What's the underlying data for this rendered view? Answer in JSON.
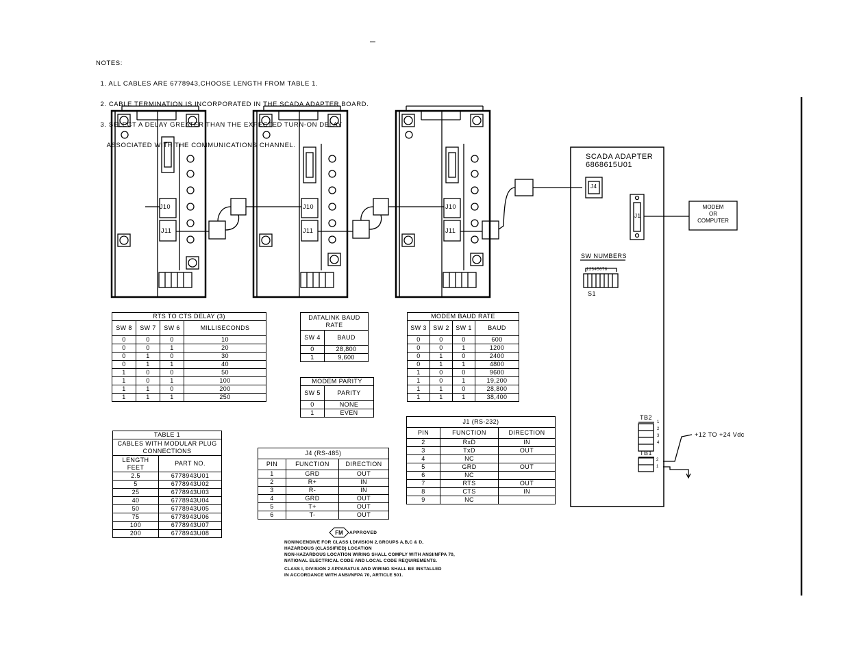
{
  "notes": {
    "heading": "NOTES:",
    "lines": [
      "  1. ALL CABLES ARE 6778943,CHOOSE LENGTH FROM TABLE 1.",
      "  2. CABLE TERMINATION IS INCORPORATED IN THE SCADA ADAPTER BOARD.",
      "  3. SELECT A DELAY GREATER THAN THE EXPECTED TURN-ON DELAY",
      "     ASSOCIATED WITH THE COMMUNICATIONS CHANNEL."
    ]
  },
  "units": {
    "j10_label": "J10",
    "j11_label": "J11"
  },
  "scada": {
    "title": "SCADA ADAPTER",
    "part": "6868615U01",
    "j4": "J4",
    "j1": "J1",
    "sw_numbers": "SW NUMBERS",
    "sw_digits": "12345678",
    "s1": "S1",
    "tb2": "TB2",
    "tb1": "TB1",
    "tb2_pins": [
      "1",
      "2",
      "3",
      "4"
    ],
    "tb1_pins": [
      "2",
      "1"
    ],
    "supply": "+12 TO +24 Vdc",
    "modem_box": [
      "MODEM",
      "OR",
      "COMPUTER"
    ]
  },
  "rts_table": {
    "title": "RTS TO CTS DELAY (3)",
    "headers": [
      "SW 8",
      "SW 7",
      "SW 6",
      "MILLISECONDS"
    ],
    "rows": [
      [
        "0",
        "0",
        "0",
        "10"
      ],
      [
        "0",
        "0",
        "1",
        "20"
      ],
      [
        "0",
        "1",
        "0",
        "30"
      ],
      [
        "0",
        "1",
        "1",
        "40"
      ],
      [
        "1",
        "0",
        "0",
        "50"
      ],
      [
        "1",
        "0",
        "1",
        "100"
      ],
      [
        "1",
        "1",
        "0",
        "200"
      ],
      [
        "1",
        "1",
        "1",
        "250"
      ]
    ]
  },
  "datalink_table": {
    "title": "DATALINK BAUD RATE",
    "headers": [
      "SW 4",
      "BAUD"
    ],
    "rows": [
      [
        "0",
        "28,800"
      ],
      [
        "1",
        "9,600"
      ]
    ]
  },
  "parity_table": {
    "title": "MODEM PARITY",
    "headers": [
      "SW 5",
      "PARITY"
    ],
    "rows": [
      [
        "0",
        "NONE"
      ],
      [
        "1",
        "EVEN"
      ]
    ]
  },
  "modem_baud_table": {
    "title": "MODEM BAUD RATE",
    "headers": [
      "SW 3",
      "SW 2",
      "SW 1",
      "BAUD"
    ],
    "rows": [
      [
        "0",
        "0",
        "0",
        "600"
      ],
      [
        "0",
        "0",
        "1",
        "1200"
      ],
      [
        "0",
        "1",
        "0",
        "2400"
      ],
      [
        "0",
        "1",
        "1",
        "4800"
      ],
      [
        "1",
        "0",
        "0",
        "9600"
      ],
      [
        "1",
        "0",
        "1",
        "19,200"
      ],
      [
        "1",
        "1",
        "0",
        "28,800"
      ],
      [
        "1",
        "1",
        "1",
        "38,400"
      ]
    ]
  },
  "table1": {
    "title": "TABLE 1",
    "subtitle": "CABLES WITH MODULAR PLUG CONNECTIONS",
    "headers": [
      "LENGTH FEET",
      "PART NO."
    ],
    "rows": [
      [
        "2.5",
        "6778943U01"
      ],
      [
        "5",
        "6778943U02"
      ],
      [
        "25",
        "6778943U03"
      ],
      [
        "40",
        "6778943U04"
      ],
      [
        "50",
        "6778943U05"
      ],
      [
        "75",
        "6778943U06"
      ],
      [
        "100",
        "6778943U07"
      ],
      [
        "200",
        "6778943U08"
      ]
    ]
  },
  "j4_table": {
    "title": "J4 (RS-485)",
    "headers": [
      "PIN",
      "FUNCTION",
      "DIRECTION"
    ],
    "rows": [
      [
        "1",
        "GRD",
        "OUT"
      ],
      [
        "2",
        "R+",
        "IN"
      ],
      [
        "3",
        "R-",
        "IN"
      ],
      [
        "4",
        "GRD",
        "OUT"
      ],
      [
        "5",
        "T+",
        "OUT"
      ],
      [
        "6",
        "T-",
        "OUT"
      ]
    ]
  },
  "j1_table": {
    "title": "J1 (RS-232)",
    "headers": [
      "PIN",
      "FUNCTION",
      "DIRECTION"
    ],
    "rows": [
      [
        "2",
        "RxD",
        "IN"
      ],
      [
        "3",
        "TxD",
        "OUT"
      ],
      [
        "4",
        "NC",
        ""
      ],
      [
        "5",
        "GRD",
        "OUT"
      ],
      [
        "6",
        "NC",
        ""
      ],
      [
        "7",
        "RTS",
        "OUT"
      ],
      [
        "8",
        "CTS",
        "IN"
      ],
      [
        "9",
        "NC",
        ""
      ]
    ]
  },
  "approval": {
    "mark": "FM",
    "approved": "APPROVED",
    "lines": [
      "NONINCENDIVE FOR CLASS I,DIVISION 2,GROUPS A,B,C & D,",
      "HAZARDOUS (CLASSIFIED) LOCATION",
      "NON-HAZARDOUS LOCATION WIRING SHALL COMPLY WITH ANSI/NFPA 70,",
      "NATIONAL ELECTRICAL CODE AND LOCAL CODE REQUIREMENTS.",
      "CLASS I, DIVISION 2 APPARATUS AND WIRING SHALL BE INSTALLED",
      "IN ACCORDANCE WITH ANSI/NFPA 70, ARTICLE 501."
    ]
  }
}
